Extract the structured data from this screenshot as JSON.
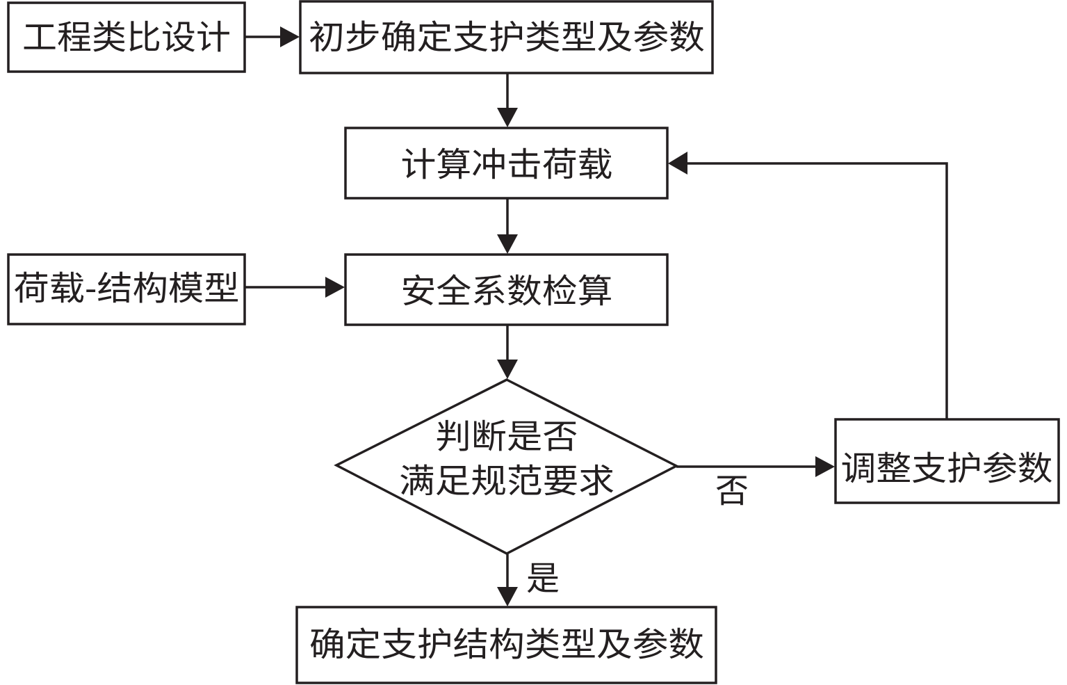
{
  "diagram": {
    "type": "flowchart",
    "colors": {
      "stroke": "#231f20",
      "text": "#231f20",
      "background": "#ffffff"
    },
    "nodes": {
      "analogy_design": {
        "label": "工程类比设计",
        "shape": "rect"
      },
      "initial_support": {
        "label": "初步确定支护类型及参数",
        "shape": "rect"
      },
      "impact_load": {
        "label": "计算冲击荷载",
        "shape": "rect"
      },
      "load_structure_model": {
        "label": "荷载-结构模型",
        "shape": "rect"
      },
      "safety_check": {
        "label": "安全系数检算",
        "shape": "rect"
      },
      "decision": {
        "line1": "判断是否",
        "line2": "满足规范要求",
        "shape": "diamond"
      },
      "adjust_params": {
        "label": "调整支护参数",
        "shape": "rect"
      },
      "final_support": {
        "label": "确定支护结构类型及参数",
        "shape": "rect"
      }
    },
    "edges": [
      {
        "from": "analogy_design",
        "to": "initial_support",
        "label": ""
      },
      {
        "from": "initial_support",
        "to": "impact_load",
        "label": ""
      },
      {
        "from": "impact_load",
        "to": "safety_check",
        "label": ""
      },
      {
        "from": "load_structure_model",
        "to": "safety_check",
        "label": ""
      },
      {
        "from": "safety_check",
        "to": "decision",
        "label": ""
      },
      {
        "from": "decision",
        "to": "adjust_params",
        "label": "否"
      },
      {
        "from": "adjust_params",
        "to": "impact_load",
        "label": ""
      },
      {
        "from": "decision",
        "to": "final_support",
        "label": "是"
      }
    ],
    "edge_labels": {
      "no": "否",
      "yes": "是"
    }
  }
}
